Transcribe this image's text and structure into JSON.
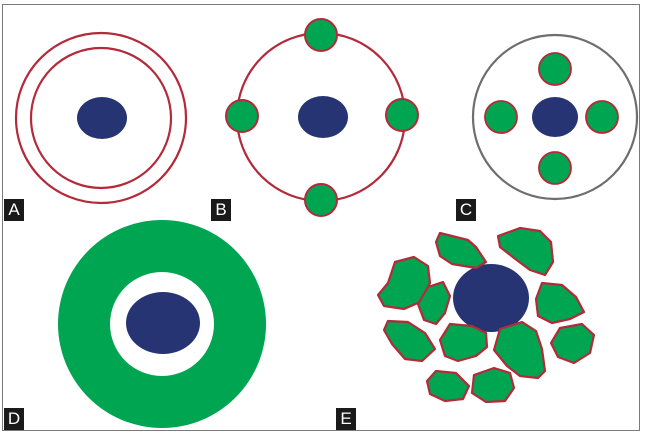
{
  "colors": {
    "nucleus": "#263473",
    "green": "#00a551",
    "red_outline": "#b32a3a",
    "gray_outline": "#6e6e6e",
    "label_bg": "#1a1a1a",
    "label_text": "#ffffff"
  },
  "panels": [
    {
      "id": "A",
      "label": "A"
    },
    {
      "id": "B",
      "label": "B"
    },
    {
      "id": "C",
      "label": "C"
    },
    {
      "id": "D",
      "label": "D"
    },
    {
      "id": "E",
      "label": "E"
    }
  ]
}
